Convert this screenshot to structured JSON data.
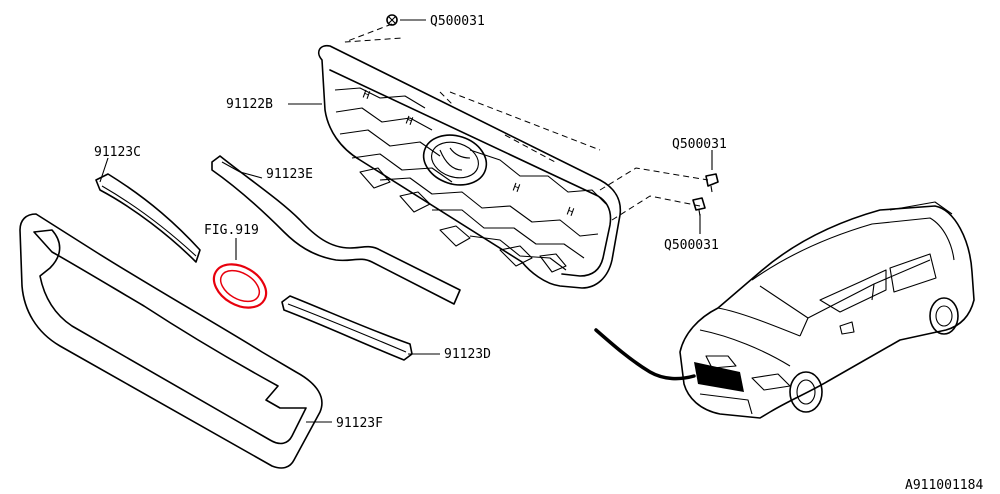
{
  "labels": {
    "q_top": "Q500031",
    "grille_91122b": "91122B",
    "q_right_upper": "Q500031",
    "q_right_lower": "Q500031",
    "molding_91123c": "91123C",
    "molding_91123e": "91123E",
    "fig_ref": "FIG.919",
    "molding_91123d": "91123D",
    "frame_91123f": "91123F",
    "diagram_id": "A911001184"
  },
  "colors": {
    "line": "#000000",
    "highlight": "#e8000d",
    "background": "#ffffff"
  },
  "icons": [
    "bolt-icon",
    "subaru-emblem-icon",
    "car-icon"
  ]
}
